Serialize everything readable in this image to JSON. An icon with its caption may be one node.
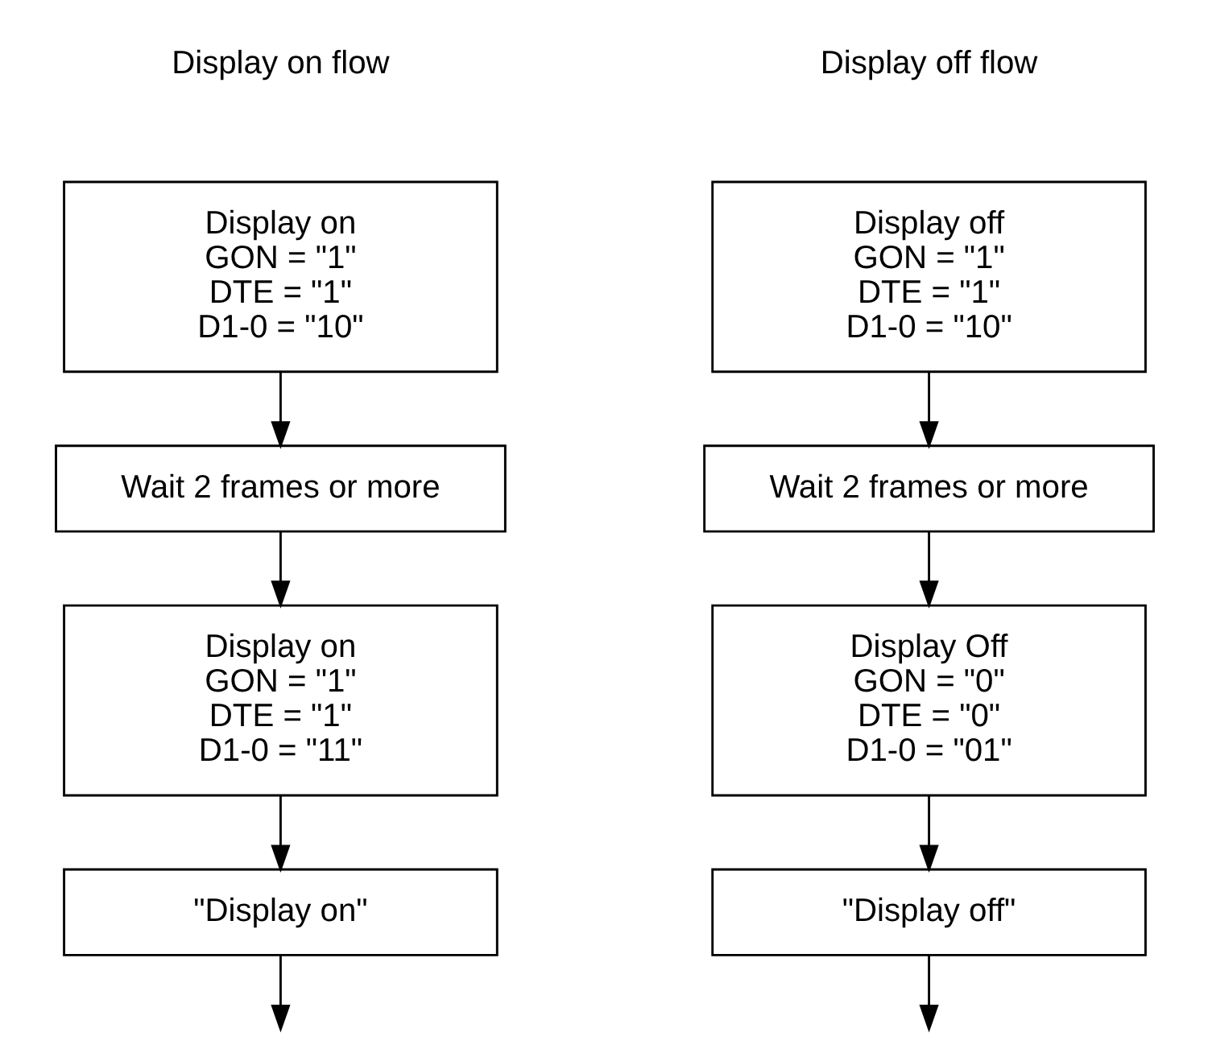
{
  "diagram": {
    "nodes": [
      {
        "text": [
          "Display on",
          "GON = \"1\"",
          "DTE = \"1\"",
          "D1-0 = \"10\""
        ]
      },
      {
        "text": [
          "Wait 2 frames or more"
        ]
      },
      {
        "text": [
          "Display on",
          "GON = \"1\"",
          "DTE = \"1\"",
          "D1-0 = \"11\""
        ]
      },
      {
        "text": [
          "\"Display on\""
        ]
      },
      {
        "text": [
          "Display off",
          "GON = \"1\"",
          "DTE = \"1\"",
          "D1-0 = \"10\""
        ]
      },
      {
        "text": [
          "Wait 2 frames or more"
        ]
      },
      {
        "text": [
          "Display Off",
          "GON = \"0\"",
          "DTE = \"0\"",
          "D1-0 = \"01\""
        ]
      },
      {
        "text": [
          "\"Display off\""
        ]
      }
    ],
    "edges": [
      {
        "from": 0,
        "to": 1,
        "arrow": "to"
      },
      {
        "from": 1,
        "to": 2,
        "arrow": "to"
      },
      {
        "from": 2,
        "to": 3,
        "arrow": "to"
      },
      {
        "from": 3,
        "to": null,
        "arrow": "to"
      },
      {
        "from": 4,
        "to": 5,
        "arrow": "to"
      },
      {
        "from": 5,
        "to": 6,
        "arrow": "to"
      },
      {
        "from": 6,
        "to": 7,
        "arrow": "to"
      },
      {
        "from": 7,
        "to": null,
        "arrow": "to"
      }
    ],
    "labels": [
      "Display on flow",
      "Display off flow"
    ]
  }
}
